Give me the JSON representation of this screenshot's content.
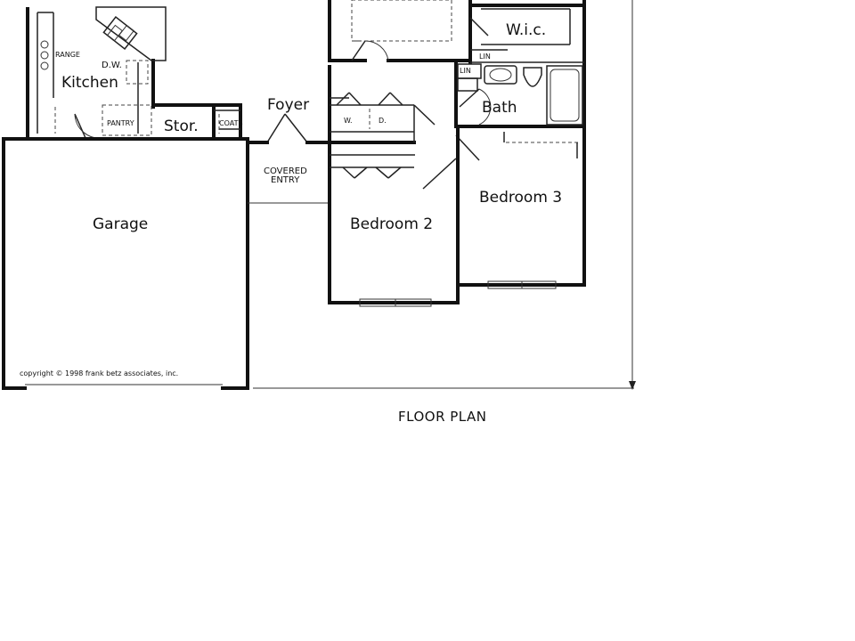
{
  "labels": {
    "kitchen": "Kitchen",
    "range": "RANGE",
    "dw": "D.W.",
    "pantry": "PANTRY",
    "stor": "Stor.",
    "coats": "COATS",
    "foyer": "Foyer",
    "covered_entry_1": "COVERED",
    "covered_entry_2": "ENTRY",
    "garage": "Garage",
    "copyright": "copyright © 1998 frank betz associates, inc.",
    "wic": "W.i.c.",
    "lin_1": "LIN",
    "lin_2": "LIN",
    "bath": "Bath",
    "washer": "W.",
    "dryer": "D.",
    "bedroom_2": "Bedroom 2",
    "bedroom_3": "Bedroom 3",
    "floor_plan": "FLOOR PLAN"
  },
  "colors": {
    "line": "#111111",
    "background": "#ffffff"
  }
}
